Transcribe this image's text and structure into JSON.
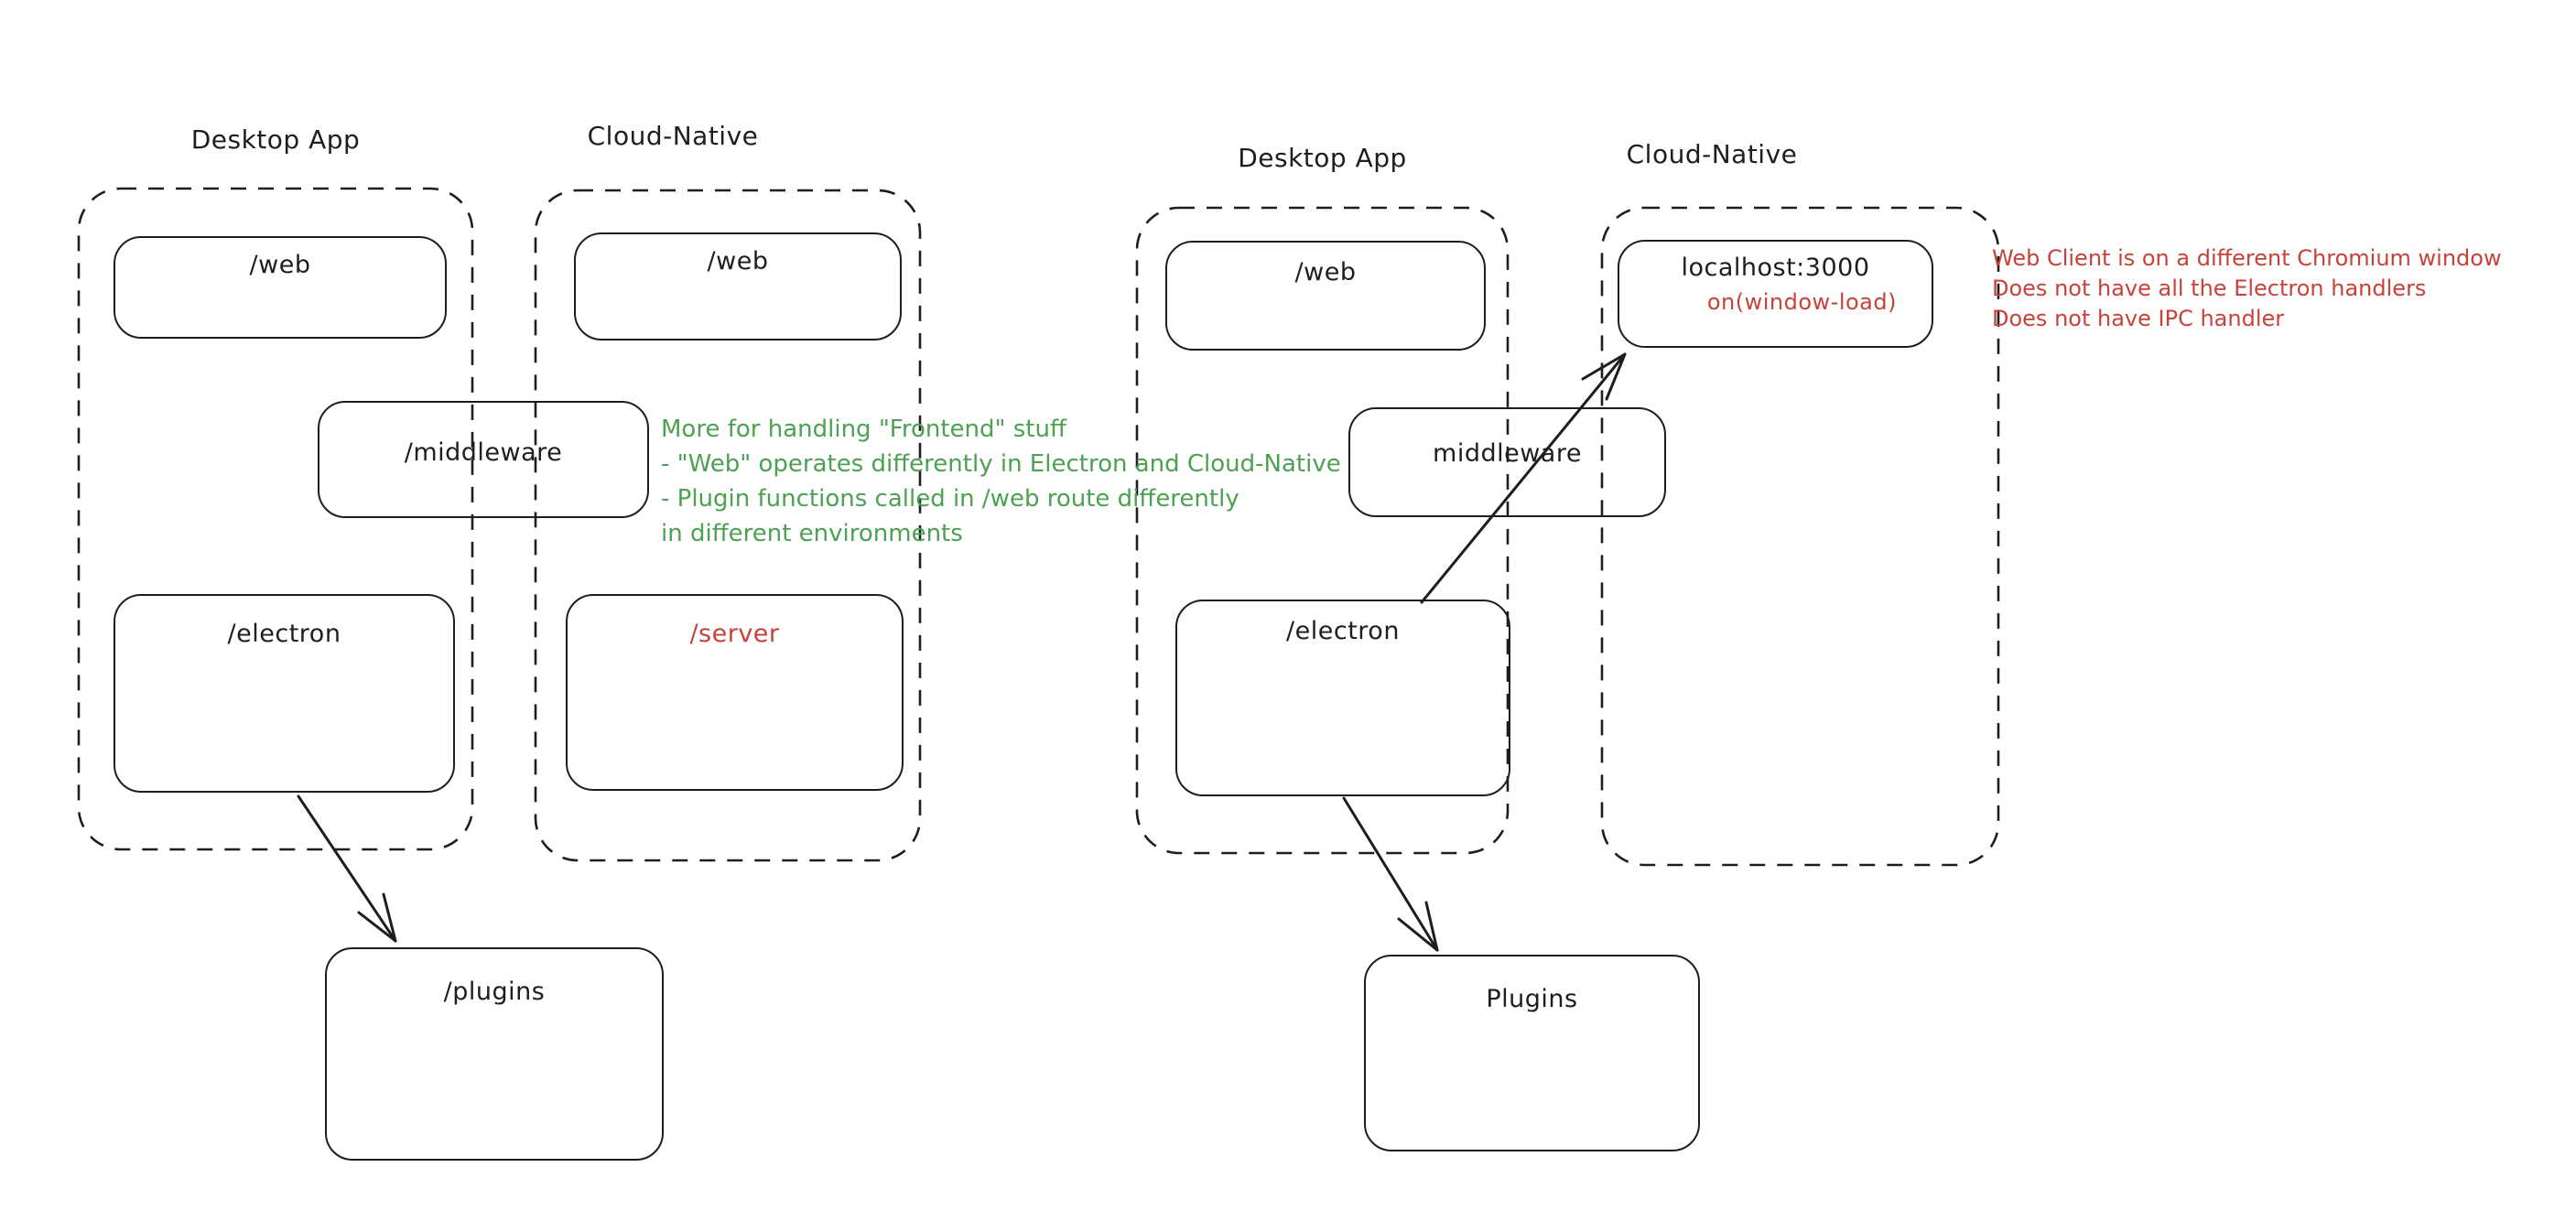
{
  "colors": {
    "background": "#ffffff",
    "stroke": "#1e1e1e",
    "green_note": "#4ca152",
    "red_note": "#c7423b"
  },
  "left_diagram": {
    "desktop_app": {
      "label": "Desktop App",
      "web_box": "/web",
      "electron_box": "/electron"
    },
    "cloud_native": {
      "label": "Cloud-Native",
      "web_box": "/web",
      "server_box": "/server"
    },
    "middleware_box": "/middleware",
    "plugins_box": "/plugins",
    "green_note": {
      "lines": [
        "More for handling \"Frontend\" stuff",
        "- \"Web\" operates differently in Electron and Cloud-Native",
        "- Plugin functions called in /web route differently",
        "in different environments"
      ]
    }
  },
  "right_diagram": {
    "desktop_app": {
      "label": "Desktop App",
      "web_box": "/web",
      "electron_box": "/electron"
    },
    "cloud_native": {
      "label": "Cloud-Native",
      "localhost_box": "localhost:3000",
      "localhost_event": "on(window-load)"
    },
    "middleware_box": "middleware",
    "plugins_box": "Plugins",
    "red_note": {
      "lines": [
        "Web Client is on a different Chromium window",
        "Does not have all the Electron handlers",
        "Does not have IPC handler"
      ]
    }
  }
}
